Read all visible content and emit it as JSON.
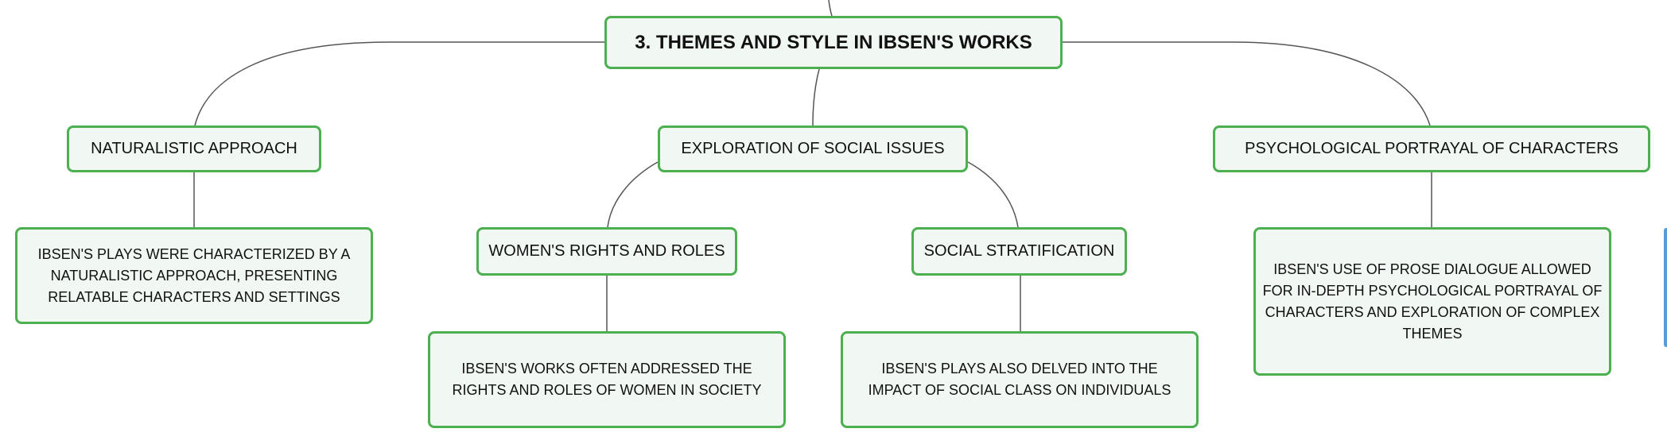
{
  "colors": {
    "node_border": "#4caf50",
    "node_fill": "#f1f8f3",
    "connector": "#555555"
  },
  "root": {
    "label": "3. THEMES AND STYLE IN IBSEN'S WORKS"
  },
  "branches": {
    "naturalistic": {
      "label": "NATURALISTIC APPROACH",
      "detail": "IBSEN'S PLAYS WERE CHARACTERIZED BY A NATURALISTIC APPROACH, PRESENTING RELATABLE CHARACTERS AND SETTINGS"
    },
    "social_issues": {
      "label": "EXPLORATION OF SOCIAL ISSUES",
      "women": {
        "label": "WOMEN'S RIGHTS AND ROLES",
        "detail": "IBSEN'S WORKS OFTEN ADDRESSED THE RIGHTS AND ROLES OF WOMEN IN SOCIETY"
      },
      "stratification": {
        "label": "SOCIAL STRATIFICATION",
        "detail": "IBSEN'S PLAYS ALSO DELVED INTO THE IMPACT OF SOCIAL CLASS ON INDIVIDUALS"
      }
    },
    "psychological": {
      "label": "PSYCHOLOGICAL PORTRAYAL OF CHARACTERS",
      "detail": "IBSEN'S USE OF PROSE DIALOGUE ALLOWED FOR IN-DEPTH PSYCHOLOGICAL PORTRAYAL OF CHARACTERS AND EXPLORATION OF COMPLEX THEMES"
    }
  }
}
